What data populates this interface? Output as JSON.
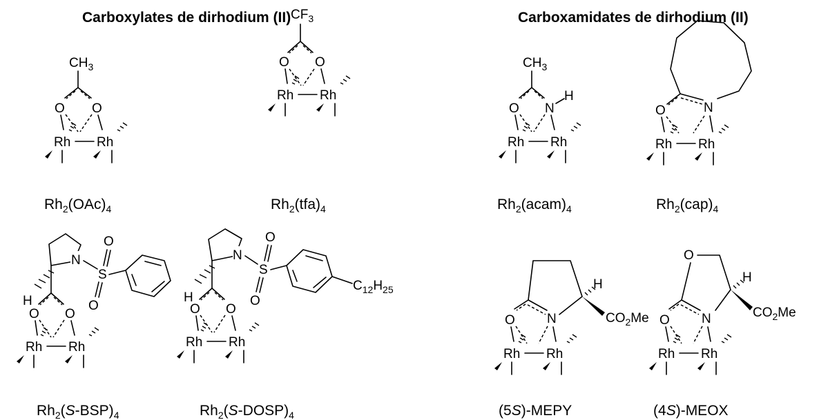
{
  "headings": {
    "carboxylates": "Carboxylates de dirhodium (II)",
    "carboxamidates": "Carboxamidates de dirhodium (II)"
  },
  "atoms": {
    "rh": "Rh",
    "o": "O",
    "n": "N",
    "s": "S",
    "h": "H",
    "ch": "CH",
    "cf": "CF",
    "c": "C",
    "co2me_a": "CO",
    "co2me_b": "Me"
  },
  "subscripts": {
    "two": "2",
    "three": "3",
    "four": "4",
    "twelve": "12",
    "twentyfive": "25"
  },
  "labels": {
    "oac": {
      "pre": "Rh",
      "mid": "(OAc)",
      "post": ""
    },
    "tfa": {
      "pre": "Rh",
      "mid": "(tfa)",
      "post": ""
    },
    "acam": {
      "pre": "Rh",
      "mid": "(acam)",
      "post": ""
    },
    "cap": {
      "pre": "Rh",
      "mid": "(cap)",
      "post": ""
    },
    "bsp": {
      "pre": "Rh",
      "open": "(",
      "ital": "S",
      "rest": "-BSP)"
    },
    "dosp": {
      "pre": "Rh",
      "open": "(",
      "ital": "S",
      "rest": "-DOSP)"
    },
    "mepy": {
      "open": "(5",
      "ital": "S",
      "rest": ")-MEPY"
    },
    "meox": {
      "open": "(4",
      "ital": "S",
      "rest": ")-MEOX"
    }
  }
}
